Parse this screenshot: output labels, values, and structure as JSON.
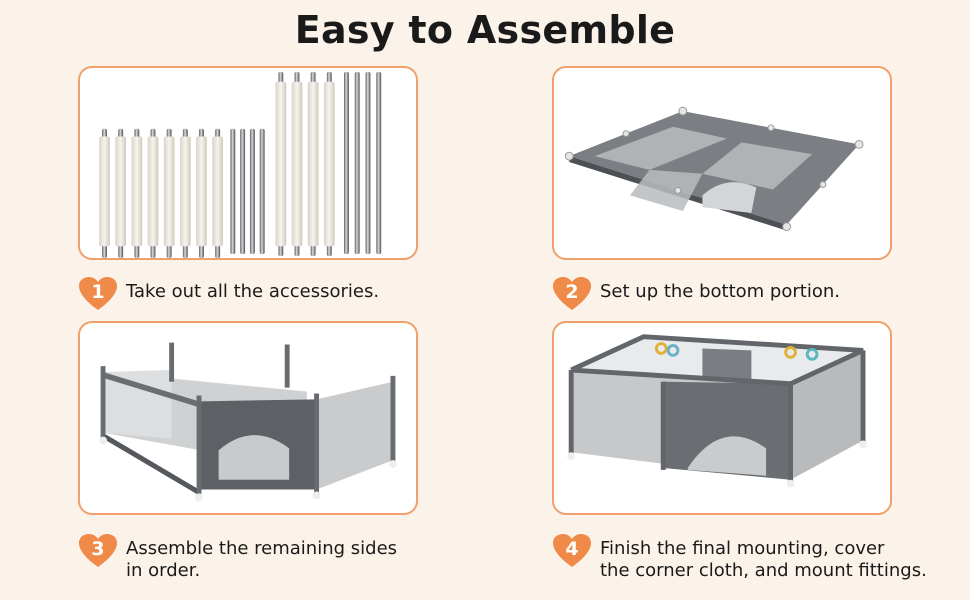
{
  "header": {
    "title": "Easy to Assemble"
  },
  "steps": [
    {
      "number": "1",
      "text": "Take out all the accessories."
    },
    {
      "number": "2",
      "text": "Set up the bottom portion."
    },
    {
      "number": "3",
      "text": "Assemble the remaining sides\nin order."
    },
    {
      "number": "4",
      "text": "Finish the final mounting, cover\nthe corner cloth, and mount fittings."
    }
  ],
  "colors": {
    "accent": "#f0a06a",
    "heart": "#ef8a48",
    "frame": "#6f7275",
    "fabric": "#5c6064",
    "mesh": "#c8cacc"
  }
}
